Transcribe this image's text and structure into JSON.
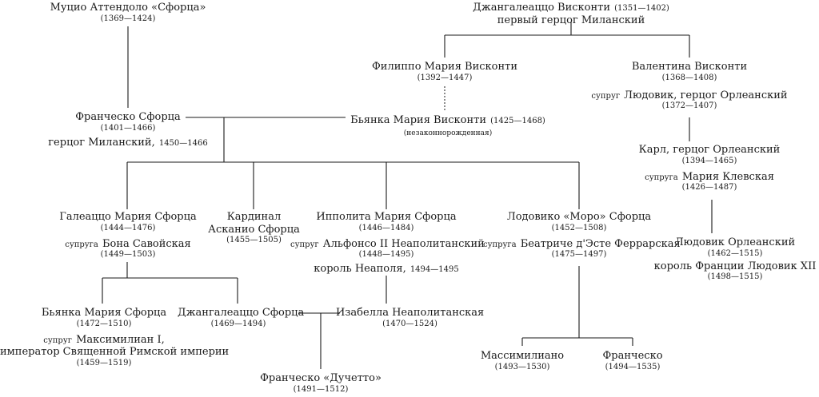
{
  "muzio": {
    "name": "Муцио Аттендоло «Сфорца»",
    "dates": "(1369—1424)"
  },
  "giangaleazzo_v": {
    "name": "Джангалеаццо Висконти",
    "dates": "(1351—1402)",
    "title": "первый герцог Миланский"
  },
  "filippo": {
    "name": "Филиппо Мария Висконти",
    "dates": "(1392—1447)"
  },
  "valentina": {
    "name": "Валентина Висконти",
    "dates": "(1368—1408)",
    "spouse_label": "супруг",
    "spouse": "Людовик, герцог Орлеанский",
    "spouse_dates": "(1372—1407)"
  },
  "francesco_s": {
    "name": "Франческо Сфорца",
    "dates": "(1401—1466)",
    "title": "герцог Миланский,",
    "title_dates": "1450—1466"
  },
  "bianca_mv": {
    "name": "Бьянка Мария Висконти",
    "dates": "(1425—1468)",
    "note": "(незаконнорожденная)"
  },
  "carl": {
    "name": "Карл, герцог Орлеанский",
    "dates": "(1394—1465)",
    "spouse_label": "супруга",
    "spouse": "Мария Клевская",
    "spouse_dates": "(1426—1487)"
  },
  "galeazzo": {
    "name": "Галеаццо Мария Сфорца",
    "dates": "(1444—1476)",
    "spouse_label": "супруга",
    "spouse": "Бона Савойская",
    "spouse_dates": "(1449—1503)"
  },
  "ascanio": {
    "line1": "Кардинал",
    "line2": "Асканио Сфорца",
    "dates": "(1455—1505)"
  },
  "ippolita": {
    "name": "Ипполита Мария Сфорца",
    "dates": "(1446—1484)",
    "spouse_label": "супруг",
    "spouse": "Альфонсо II Неаполитанский",
    "spouse_dates": "(1448—1495)",
    "title": "король Неаполя,",
    "title_dates": "1494—1495"
  },
  "ludovico_m": {
    "name": "Лодовико «Моро» Сфорца",
    "dates": "(1452—1508)",
    "spouse_label": "супруга",
    "spouse": "Беатриче д'Эсте Феррарская",
    "spouse_dates": "(1475—1497)"
  },
  "ludovic_o": {
    "name": "Людовик Орлеанский",
    "dates": "(1462—1515)",
    "title": "король Франции Людовик XII",
    "title_dates": "(1498—1515)"
  },
  "bianca_ms": {
    "name": "Бьянка Мария Сфорца",
    "dates": "(1472—1510)",
    "spouse_label": "супруг",
    "spouse": "Максимилиан I,",
    "spouse_title": "император Священной Римской империи",
    "spouse_dates": "(1459—1519)"
  },
  "giangaleazzo_s": {
    "name": "Джангалеаццо Сфорца",
    "dates": "(1469—1494)"
  },
  "isabella": {
    "name": "Изабелла Неаполитанская",
    "dates": "(1470—1524)"
  },
  "massimiliano": {
    "name": "Массимилиано",
    "dates": "(1493—1530)"
  },
  "francesco_2": {
    "name": "Франческо",
    "dates": "(1494—1535)"
  },
  "duchetto": {
    "name": "Франческо «Дучетто»",
    "dates": "(1491—1512)"
  }
}
